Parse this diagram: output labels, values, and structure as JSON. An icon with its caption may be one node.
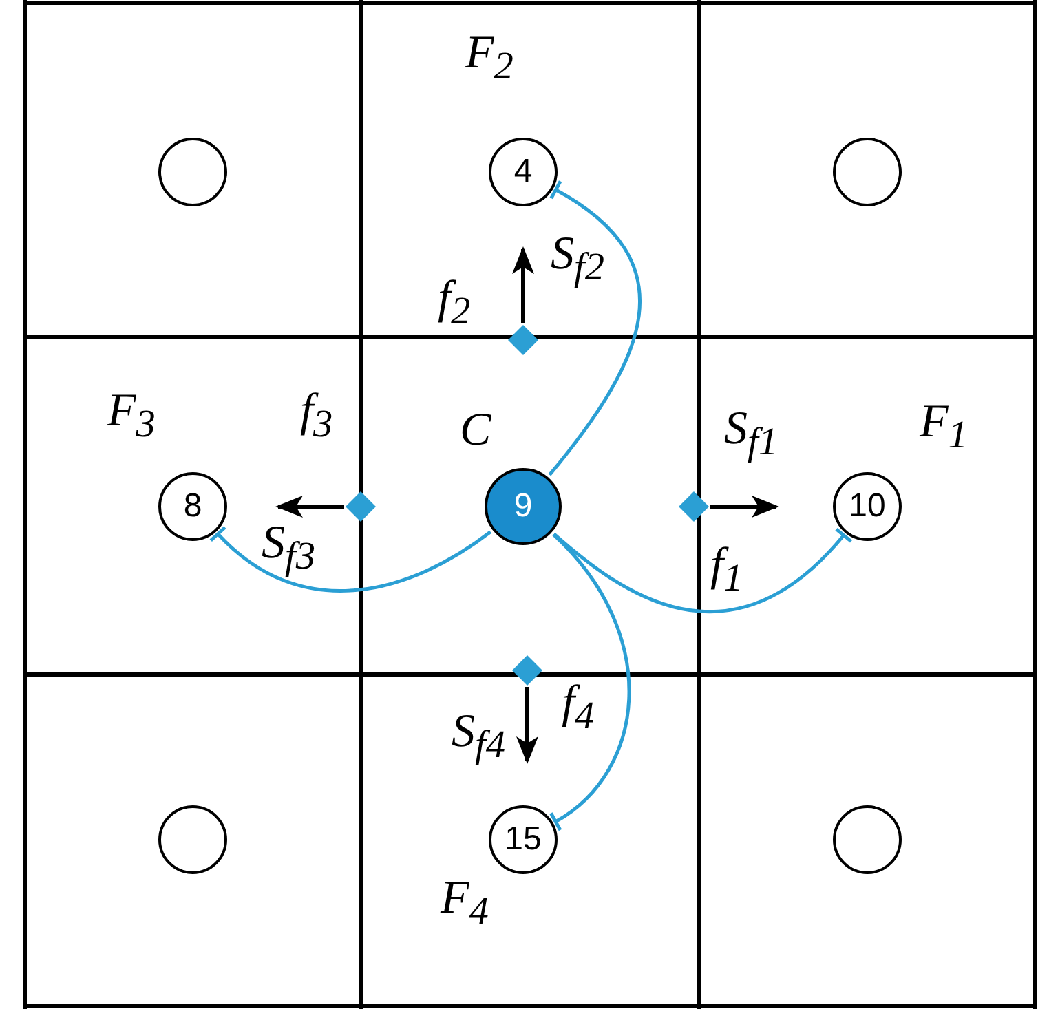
{
  "diagram": {
    "nodes": [
      {
        "text": [],
        "shape": "circle"
      },
      {
        "text": [
          "4"
        ],
        "beside": [
          "F$_{2}$"
        ]
      },
      {
        "text": [],
        "shape": "circle"
      },
      {
        "text": [],
        "shape": "diamond",
        "beside": [
          "f$_{2}$"
        ]
      },
      {
        "text": [
          "8"
        ],
        "beside": [
          "F$_{3}$"
        ]
      },
      {
        "text": [],
        "shape": "diamond",
        "beside": [
          "f$_{3}$"
        ]
      },
      {
        "text": [
          "9"
        ],
        "beside": [
          "C"
        ]
      },
      {
        "text": [],
        "shape": "diamond",
        "beside": [
          "f$_{1}$"
        ]
      },
      {
        "text": [
          "10"
        ],
        "beside": [
          "F$_{1}$"
        ]
      },
      {
        "text": [],
        "shape": "diamond",
        "beside": [
          "f$_{4}$"
        ]
      },
      {
        "text": [],
        "shape": "circle"
      },
      {
        "text": [
          "15"
        ],
        "beside": [
          "F$_{4}$"
        ]
      },
      {
        "text": [],
        "shape": "circle"
      }
    ],
    "edges": [
      {
        "from": 6,
        "to": 1,
        "arrow": "other"
      },
      {
        "from": 6,
        "to": 4,
        "arrow": "other"
      },
      {
        "from": 6,
        "to": 8,
        "arrow": "other"
      },
      {
        "from": 6,
        "to": 11,
        "arrow": "other"
      }
    ],
    "labels": [
      "S$_{f2}$",
      "S$_{f1}$",
      "S$_{f3}$",
      "S$_{f4}$"
    ]
  }
}
